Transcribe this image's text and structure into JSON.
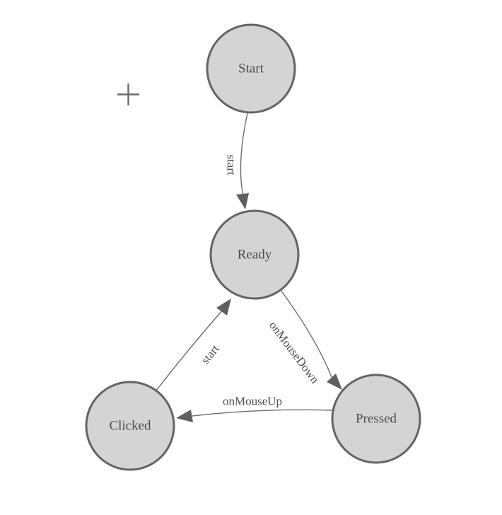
{
  "diagram": {
    "type": "finite-state-machine",
    "colors": {
      "bg": "#ffffff",
      "node-fill": "#d4d4d4",
      "node-stroke": "#646464",
      "edge": "#6b6b6b",
      "arrow": "#5f5f5f",
      "text": "#4d4d4d"
    },
    "nodes": [
      {
        "id": "start",
        "label": "Start"
      },
      {
        "id": "ready",
        "label": "Ready"
      },
      {
        "id": "clicked",
        "label": "Clicked"
      },
      {
        "id": "pressed",
        "label": "Pressed"
      }
    ],
    "edges": [
      {
        "from": "Start",
        "to": "Ready",
        "label": "start"
      },
      {
        "from": "Ready",
        "to": "Pressed",
        "label": "onMouseDown"
      },
      {
        "from": "Pressed",
        "to": "Clicked",
        "label": "onMouseUp"
      },
      {
        "from": "Clicked",
        "to": "Ready",
        "label": "start"
      }
    ],
    "cursor": {
      "type": "crosshair"
    }
  }
}
